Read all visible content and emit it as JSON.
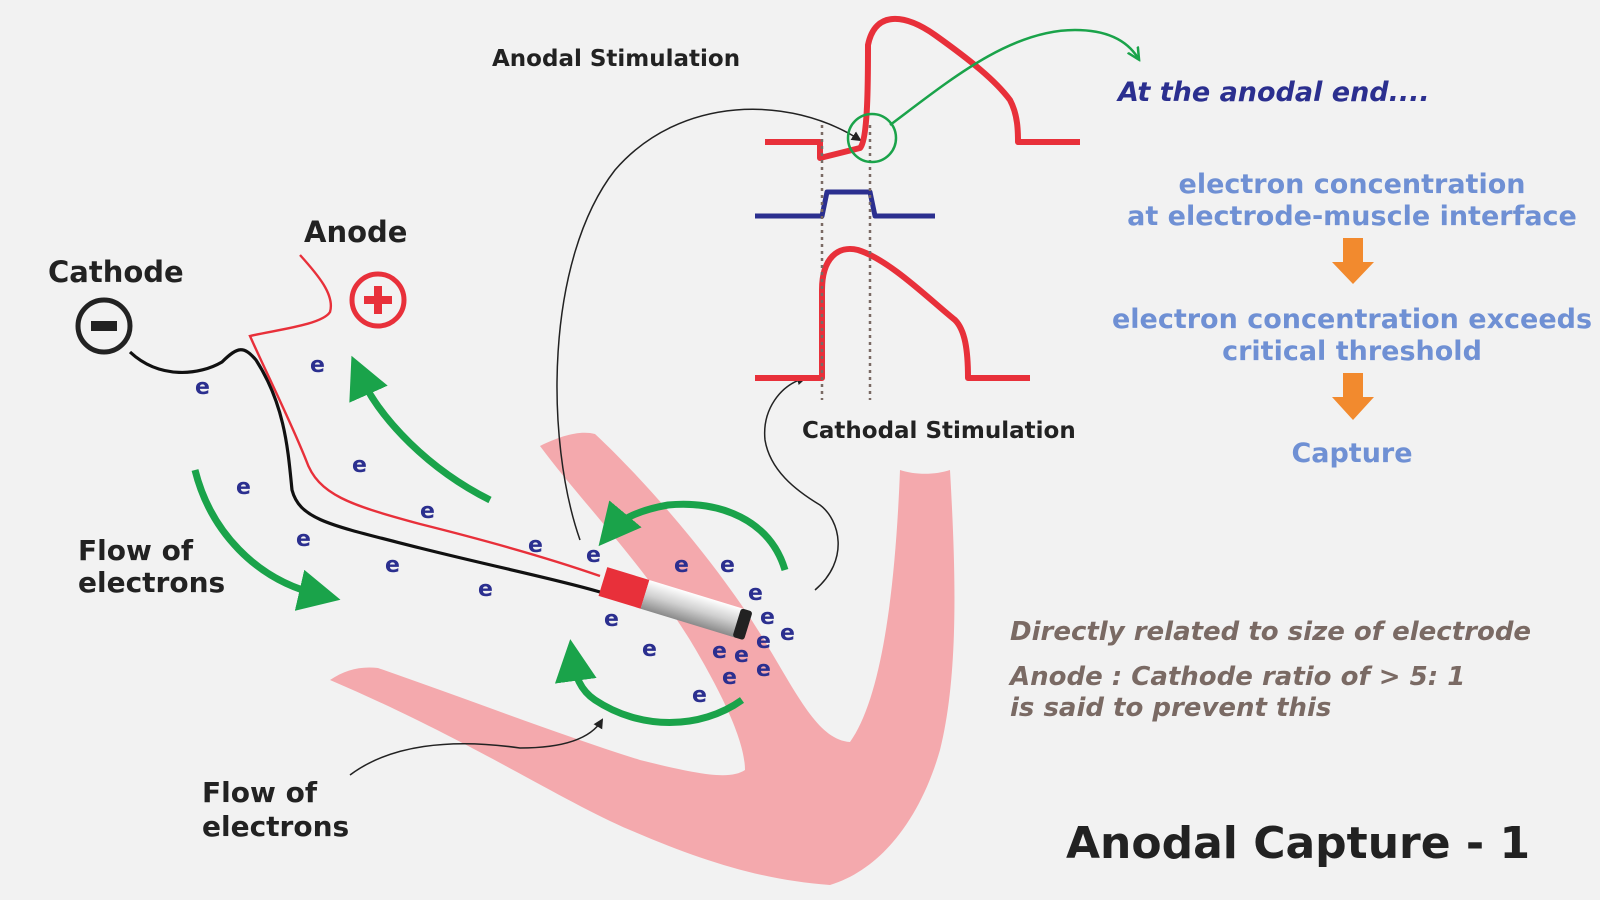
{
  "labels": {
    "cathode": "Cathode",
    "anode": "Anode",
    "flow_left_1": "Flow of",
    "flow_left_2": "electrons",
    "flow_bottom_1": "Flow of",
    "flow_bottom_2": "electrons",
    "anodal_stimulation": "Anodal  Stimulation",
    "cathodal_stimulation": "Cathodal  Stimulation",
    "at_anodal_end": "At the anodal end....",
    "step1_line1": "electron concentration",
    "step1_line2": "at electrode-muscle interface",
    "step2_line1": "electron concentration exceeds",
    "step2_line2": "critical threshold",
    "step3": "Capture",
    "note1": "Directly related to size of electrode",
    "note2_line1": "Anode : Cathode ratio of > 5: 1",
    "note2_line2": "is said to prevent this",
    "title": "Anodal Capture - 1",
    "electron_symbol": "e"
  },
  "colors": {
    "background": "#f2f2f2",
    "tissue": "#f4a9ad",
    "red_wave": "#e8303a",
    "blue_pulse": "#2b2f8f",
    "green_arrow": "#1aa34a",
    "orange_arrow": "#f28a2e",
    "header_blue": "#2b2f8f",
    "step_blue": "#6f90d4",
    "note_brown": "#7a6a64",
    "text_dark": "#222222"
  },
  "icons": {
    "cathode_symbol": "minus-circle-icon",
    "anode_symbol": "plus-circle-icon"
  }
}
